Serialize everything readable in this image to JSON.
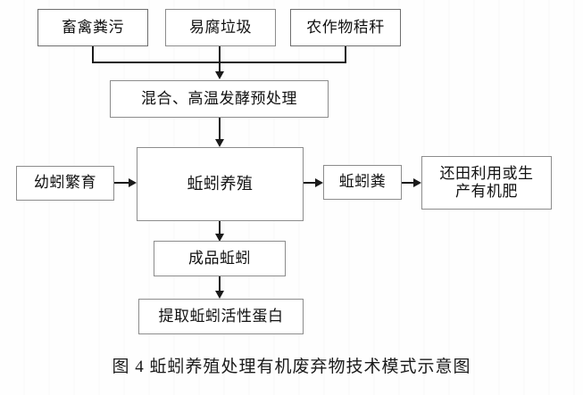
{
  "figure": {
    "caption": "图 4   蚯蚓养殖处理有机废弃物技术模式示意图",
    "caption_number": "图 4",
    "caption_title": "蚯蚓养殖处理有机废弃物技术模式示意图"
  },
  "colors": {
    "background": "#fefefe",
    "box_border": "#8c8c8c",
    "connector": "#1a1a1a",
    "text": "#111111"
  },
  "chart_data": {
    "type": "flowchart",
    "title": "蚯蚓养殖处理有机废弃物技术模式示意图",
    "nodes": [
      {
        "id": "n1",
        "label": "畜禽粪污",
        "row": 1
      },
      {
        "id": "n2",
        "label": "易腐垃圾",
        "row": 1
      },
      {
        "id": "n3",
        "label": "农作物秸秆",
        "row": 1
      },
      {
        "id": "n4",
        "label": "混合、高温发酵预处理",
        "row": 2
      },
      {
        "id": "n5",
        "label": "幼蚓繁育",
        "row": 3
      },
      {
        "id": "n6",
        "label": "蚯蚓养殖",
        "row": 3
      },
      {
        "id": "n7",
        "label": "蚯蚓粪",
        "row": 3
      },
      {
        "id": "n8",
        "label": "还田利用或生\n产有机肥",
        "row": 3
      },
      {
        "id": "n9",
        "label": "成品蚯蚓",
        "row": 4
      },
      {
        "id": "n10",
        "label": "提取蚯蚓活性蛋白",
        "row": 5
      }
    ],
    "edges": [
      {
        "from": "n1",
        "to": "n4",
        "style": "elbow-merge",
        "arrow": true
      },
      {
        "from": "n2",
        "to": "n4",
        "style": "straight-down",
        "arrow": true
      },
      {
        "from": "n3",
        "to": "n4",
        "style": "elbow-merge",
        "arrow": true
      },
      {
        "from": "n4",
        "to": "n6",
        "style": "straight-down",
        "arrow": true
      },
      {
        "from": "n5",
        "to": "n6",
        "style": "straight-right",
        "arrow": true
      },
      {
        "from": "n6",
        "to": "n7",
        "style": "straight-right",
        "arrow": true
      },
      {
        "from": "n7",
        "to": "n8",
        "style": "straight-right",
        "arrow": true
      },
      {
        "from": "n6",
        "to": "n9",
        "style": "straight-down",
        "arrow": true
      },
      {
        "from": "n9",
        "to": "n10",
        "style": "straight-down",
        "arrow": true
      }
    ]
  }
}
